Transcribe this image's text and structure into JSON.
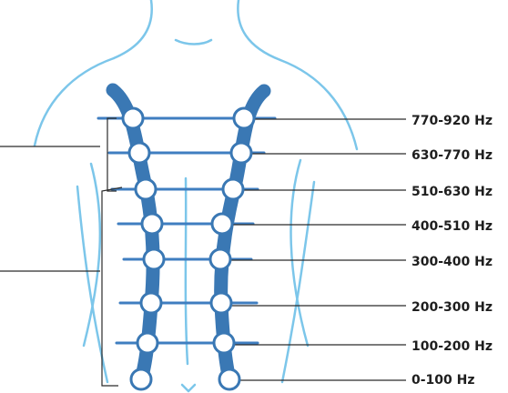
{
  "colors": {
    "body_outline": "#7cc6ea",
    "spine": "#3a78b4",
    "rung": "#3f7ec0",
    "node_fill": "#ffffff",
    "node_stroke": "#3a78b4",
    "leader": "#2b2b2b",
    "label": "#1e1e1e"
  },
  "bands": [
    {
      "label": "770-920 Hz"
    },
    {
      "label": "630-770 Hz"
    },
    {
      "label": "510-630 Hz"
    },
    {
      "label": "400-510 Hz"
    },
    {
      "label": "300-400 Hz"
    },
    {
      "label": "200-300 Hz"
    },
    {
      "label": "100-200 Hz"
    },
    {
      "label": "0-100 Hz"
    }
  ]
}
